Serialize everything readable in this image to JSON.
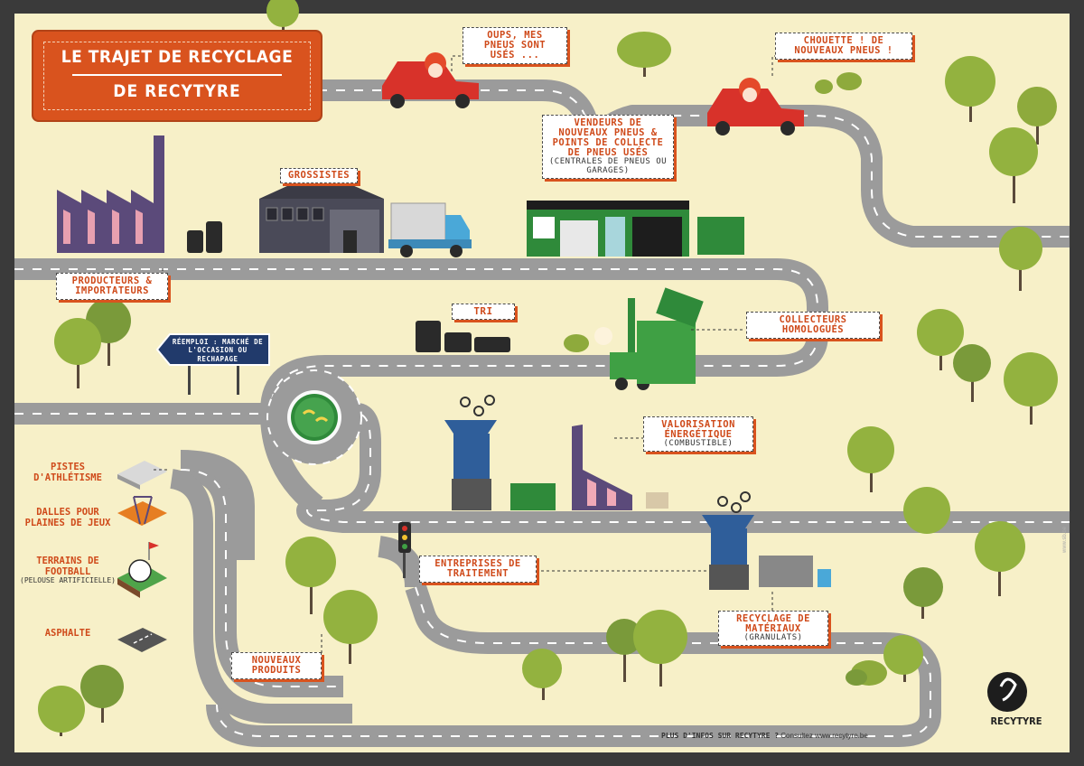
{
  "title": {
    "line1": "LE TRAJET DE RECYCLAGE",
    "line2": "DE RECYTYRE"
  },
  "labels": {
    "oups": "OUPS, MES PNEUS SONT USÉS ...",
    "chouette": "CHOUETTE ! DE NOUVEAUX PNEUS !",
    "grossistes": "GROSSISTES",
    "vendeurs": "VENDEURS DE NOUVEAUX PNEUS & POINTS DE COLLECTE DE PNEUS USÉS",
    "vendeurs_sub": "(CENTRALES DE PNEUS OU GARAGES)",
    "producteurs": "PRODUCTEURS & IMPORTATEURS",
    "tri": "TRI",
    "collecteurs": "COLLECTEURS HOMOLOGUÉS",
    "reemploi": "RÉEMPLOI : MARCHÉ DE L'OCCASION OU RECHAPAGE",
    "valorisation": "VALORISATION ÉNERGÉTIQUE",
    "valorisation_sub": "(COMBUSTIBLE)",
    "pistes": "PISTES D'ATHLÉTISME",
    "dalles": "DALLES POUR PLAINES DE JEUX",
    "terrains": "TERRAINS DE FOOTBALL",
    "terrains_sub": "(PELOUSE ARTIFICIELLE)",
    "asphalte": "ASPHALTE",
    "entreprises": "ENTREPRISES DE TRAITEMENT",
    "recyclage": "RECYCLAGE DE MATÉRIAUX",
    "recyclage_sub": "(GRANULATS)",
    "nouveaux": "NOUVEAUX PRODUITS"
  },
  "footer": {
    "info_bold": "PLUS D'INFOS SUR RECYTYRE ?",
    "info_text": "Consultez www.recytyre.be",
    "logo": "RECYTYRE",
    "credit": "www.sb.be"
  },
  "colors": {
    "background": "#f7f0c8",
    "border": "#3a3a3a",
    "road": "#9b9b9b",
    "road_line": "#ffffff",
    "accent": "#d9531e",
    "car": "#d8322a",
    "green": "#2f8a3a",
    "tree": "#93b23f",
    "factory": "#5b4a7a",
    "blue_machine": "#2f5e9a"
  },
  "icons": [
    "factory-icon",
    "warehouse-icon",
    "truck-icon",
    "car-icon",
    "shop-icon",
    "forklift-icon",
    "tire-stack-icon",
    "roundabout-icon",
    "road-sign-icon",
    "traffic-light-icon",
    "shredder-icon",
    "container-icon",
    "tree-icon",
    "track-icon",
    "swing-icon",
    "football-icon",
    "asphalt-icon",
    "logo-icon"
  ]
}
